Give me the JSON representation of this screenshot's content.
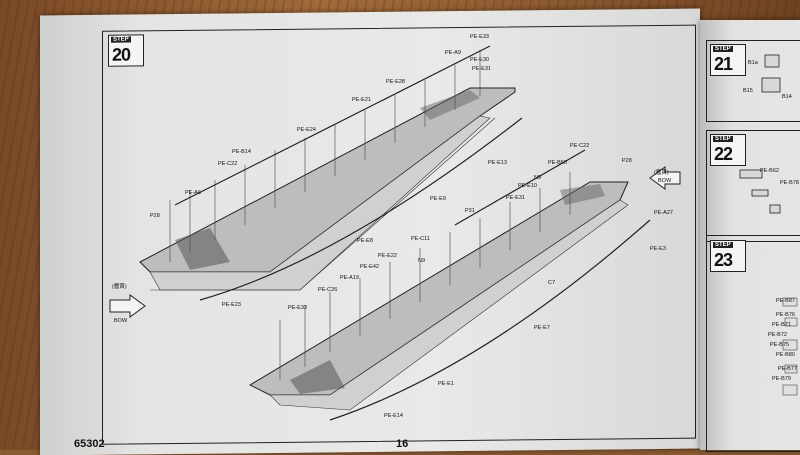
{
  "left_page": {
    "step_word": "STEP",
    "step_number": "20",
    "product_code": "65302",
    "page_number": "16"
  },
  "upper_ship_labels": [
    "PE-E33",
    "PE-A9",
    "PE-E30",
    "PE-E31",
    "PE-E28",
    "PE-E21",
    "PE-E24",
    "PE-B14",
    "PE-C22",
    "PE-A6",
    "P28",
    "PE-E13",
    "PE-E9",
    "PE-E8",
    "PE-E23"
  ],
  "lower_ship_labels": [
    "PE-C22",
    "PE-B50",
    "N9",
    "PE-E10",
    "PE-E31",
    "P28",
    "P31",
    "PE-C11",
    "N9",
    "PE-E22",
    "PE-E42",
    "PE-A19",
    "PE-C26",
    "PE-E33",
    "PE-A27",
    "PE-E3",
    "C7",
    "PE-E7",
    "PE-E1",
    "PE-E14"
  ],
  "bow": {
    "left_cjk": "(艦首)",
    "left_en": "BOW",
    "right_cjk": "(艦首)",
    "right_en": "BOW"
  },
  "right_page": {
    "step_word": "STEP",
    "steps": [
      "21",
      "22",
      "23"
    ],
    "labels": [
      "B1a",
      "B15",
      "B14",
      "PE-B62",
      "PE-B78",
      "PE-B87",
      "PE-B76",
      "PE-B71",
      "PE-B72",
      "PE-B75",
      "PE-B80",
      "PE-B77",
      "PE-B79"
    ]
  }
}
